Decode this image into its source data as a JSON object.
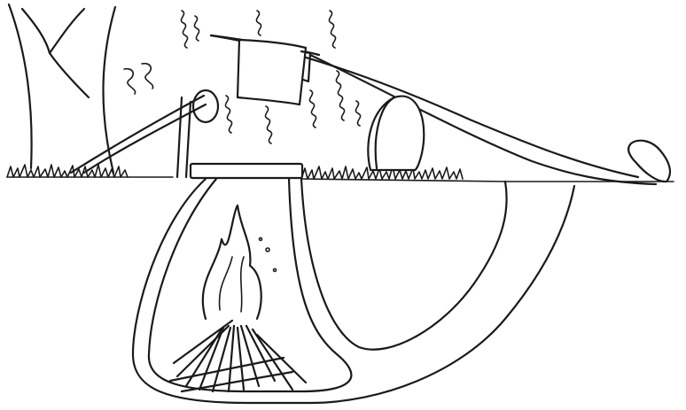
{
  "illustration": {
    "style": "black line drawing on white",
    "ink_color": "#1a1a1a",
    "background_color": "#ffffff",
    "elements": [
      "tree",
      "grass",
      "cloth",
      "pot",
      "log",
      "flat-stone",
      "fire",
      "underground-tunnel",
      "heat-waves"
    ]
  }
}
